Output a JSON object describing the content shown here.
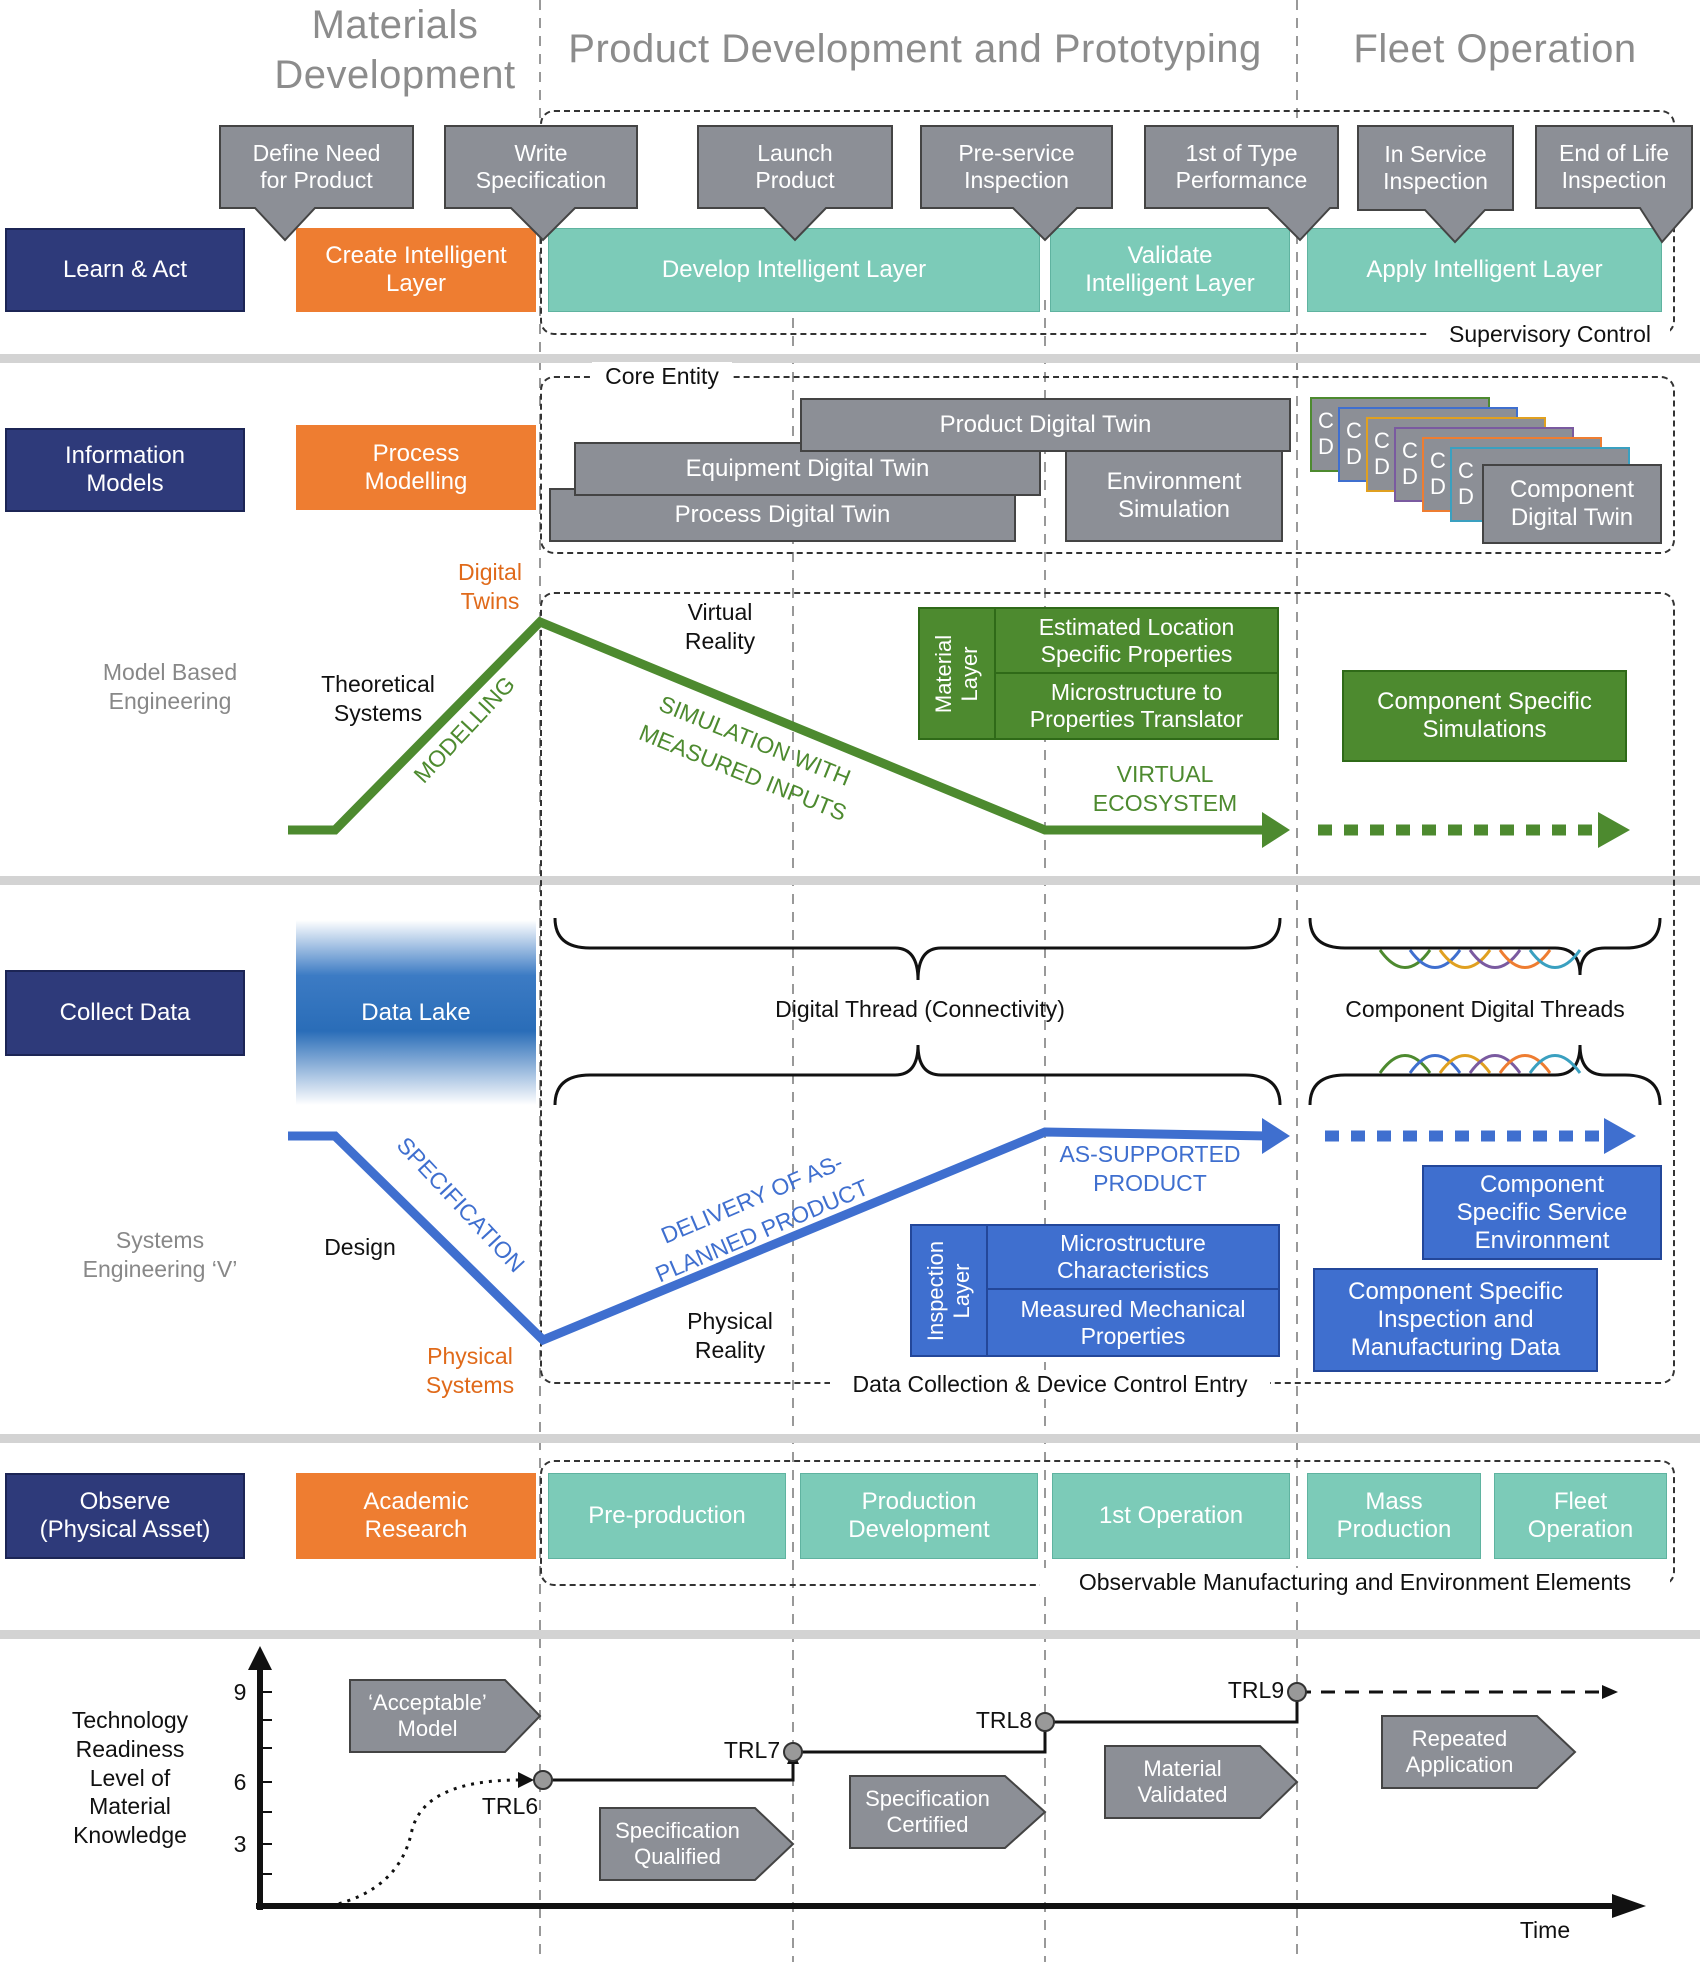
{
  "columns": {
    "materials": "Materials\nDevelopment",
    "product": "Product Development and Prototyping",
    "fleet": "Fleet Operation"
  },
  "milestones": [
    "Define Need\nfor Product",
    "Write\nSpecification",
    "Launch\nProduct",
    "Pre-service\nInspection",
    "1st of Type\nPerformance",
    "In Service\nInspection",
    "End of Life\nInspection"
  ],
  "rows": {
    "learn": "Learn & Act",
    "info": "Information\nModels",
    "collect": "Collect Data",
    "observe": "Observe\n(Physical Asset)"
  },
  "learn_row": {
    "create": "Create Intelligent\nLayer",
    "develop": "Develop Intelligent Layer",
    "validate": "Validate\nIntelligent Layer",
    "apply": "Apply Intelligent Layer",
    "supervisory": "Supervisory Control"
  },
  "info_row": {
    "process_modelling": "Process\nModelling",
    "core_entity": "Core Entity",
    "product_twin": "Product Digital Twin",
    "equipment_twin": "Equipment Digital Twin",
    "process_twin": "Process Digital Twin",
    "environment_sim": "Environment\nSimulation",
    "component_twin": "Component\nDigital Twin",
    "stack_letters": [
      "C",
      "D"
    ]
  },
  "mbe": {
    "label": "Model Based\nEngineering",
    "digital_twins": "Digital\nTwins",
    "theoretical": "Theoretical\nSystems",
    "modelling": "MODELLING",
    "virtual_reality": "Virtual\nReality",
    "simulation": "SIMULATION WITH",
    "measured": "MEASURED INPUTS",
    "virtual_ecosystem": "VIRTUAL\nECOSYSTEM",
    "material_layer": "Material\nLayer",
    "estimated": "Estimated Location\nSpecific Properties",
    "microstructure_translator": "Microstructure to\nProperties Translator",
    "component_sims": "Component Specific\nSimulations"
  },
  "collect_row": {
    "data_lake": "Data Lake",
    "digital_thread": "Digital Thread (Connectivity)",
    "component_threads": "Component Digital Threads"
  },
  "sev": {
    "label": "Systems\nEngineering ‘V’",
    "design": "Design",
    "specification": "SPECIFICATION",
    "physical_systems": "Physical\nSystems",
    "delivery_1": "DELIVERY OF AS-",
    "delivery_2": "PLANNED PRODUCT",
    "physical_reality": "Physical\nReality",
    "as_supported": "AS-SUPPORTED\nPRODUCT",
    "inspection_layer": "Inspection\nLayer",
    "micro_char": "Microstructure\nCharacteristics",
    "measured_mech": "Measured Mechanical\nProperties",
    "service_env": "Component\nSpecific Service\nEnvironment",
    "inspection_mfg": "Component Specific\nInspection and\nManufacturing Data",
    "data_collection": "Data Collection  & Device Control  Entry"
  },
  "observe_row": {
    "academic": "Academic\nResearch",
    "preproduction": "Pre-production",
    "production_dev": "Production\nDevelopment",
    "first_op": "1st Operation",
    "mass": "Mass\nProduction",
    "fleet_op": "Fleet\nOperation",
    "observable": "Observable Manufacturing and Environment Elements"
  },
  "trl": {
    "ylabel": "Technology\nReadiness\nLevel of\nMaterial\nKnowledge",
    "xlabel": "Time",
    "ticks": [
      "9",
      "6",
      "3"
    ],
    "levels": [
      "TRL6",
      "TRL7",
      "TRL8",
      "TRL9"
    ],
    "acceptable": "‘Acceptable’\nModel",
    "spec_qualified": "Specification\nQualified",
    "spec_certified": "Specification\nCertified",
    "material_validated": "Material\nValidated",
    "repeated": "Repeated\nApplication"
  },
  "colors": {
    "navy": "#2e3a7a",
    "orange": "#ee7d31",
    "teal": "#7ccbb8",
    "gray": "#8c8f96",
    "green": "#4d8a2f",
    "blue": "#3f6fcf"
  }
}
